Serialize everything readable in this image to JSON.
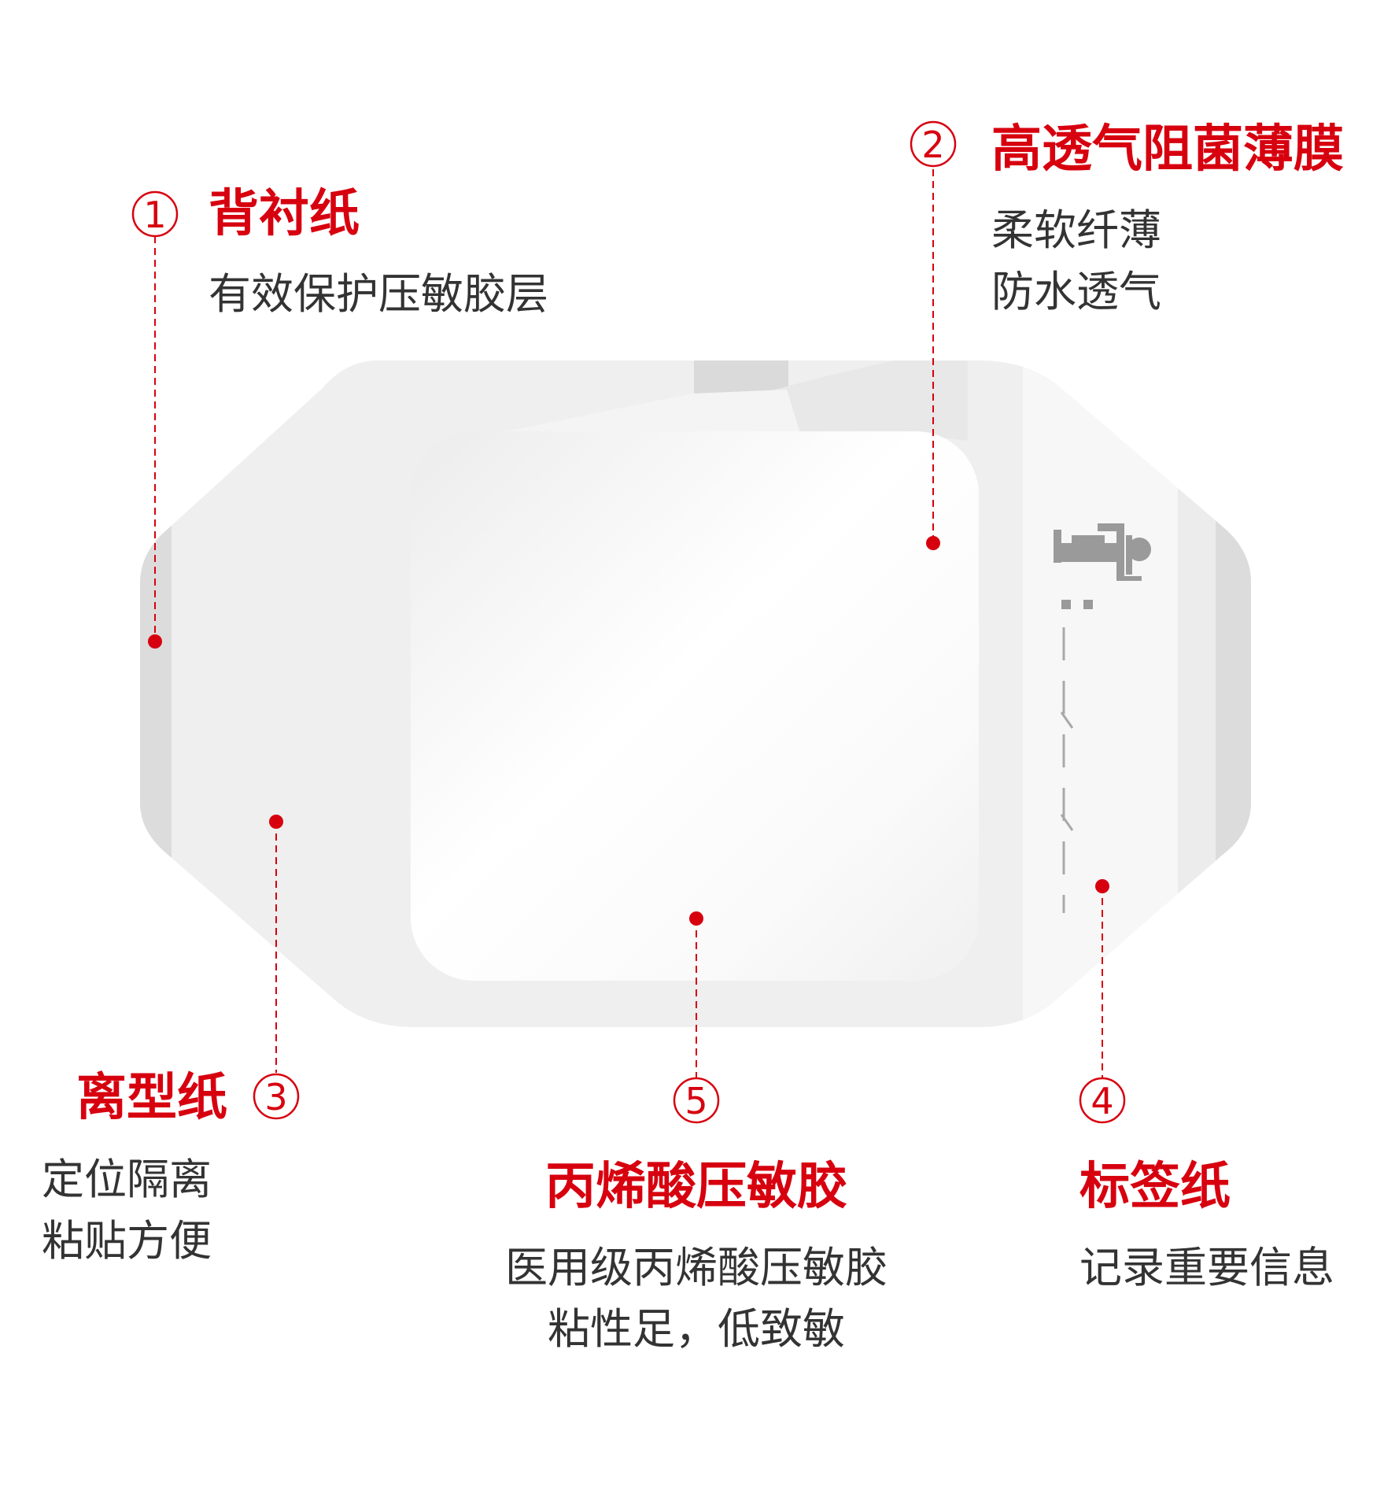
{
  "accent_color": "#d7000f",
  "callouts": [
    {
      "id": "backing-paper",
      "number": "1",
      "title": "背衬纸",
      "desc": [
        "有效保护压敏胶层"
      ]
    },
    {
      "id": "film",
      "number": "2",
      "title": "高透气阻菌薄膜",
      "desc": [
        "柔软纤薄",
        "防水透气"
      ]
    },
    {
      "id": "release-paper",
      "number": "3",
      "title": "离型纸",
      "desc": [
        "定位隔离",
        "粘贴方便"
      ]
    },
    {
      "id": "label-paper",
      "number": "4",
      "title": "标签纸",
      "desc": [
        "记录重要信息"
      ]
    },
    {
      "id": "adhesive",
      "number": "5",
      "title": "丙烯酸压敏胶",
      "desc": [
        "医用级丙烯酸压敏胶",
        "粘性足，低致敏"
      ]
    }
  ],
  "icons": {
    "figure": "patient-lying-icon"
  }
}
